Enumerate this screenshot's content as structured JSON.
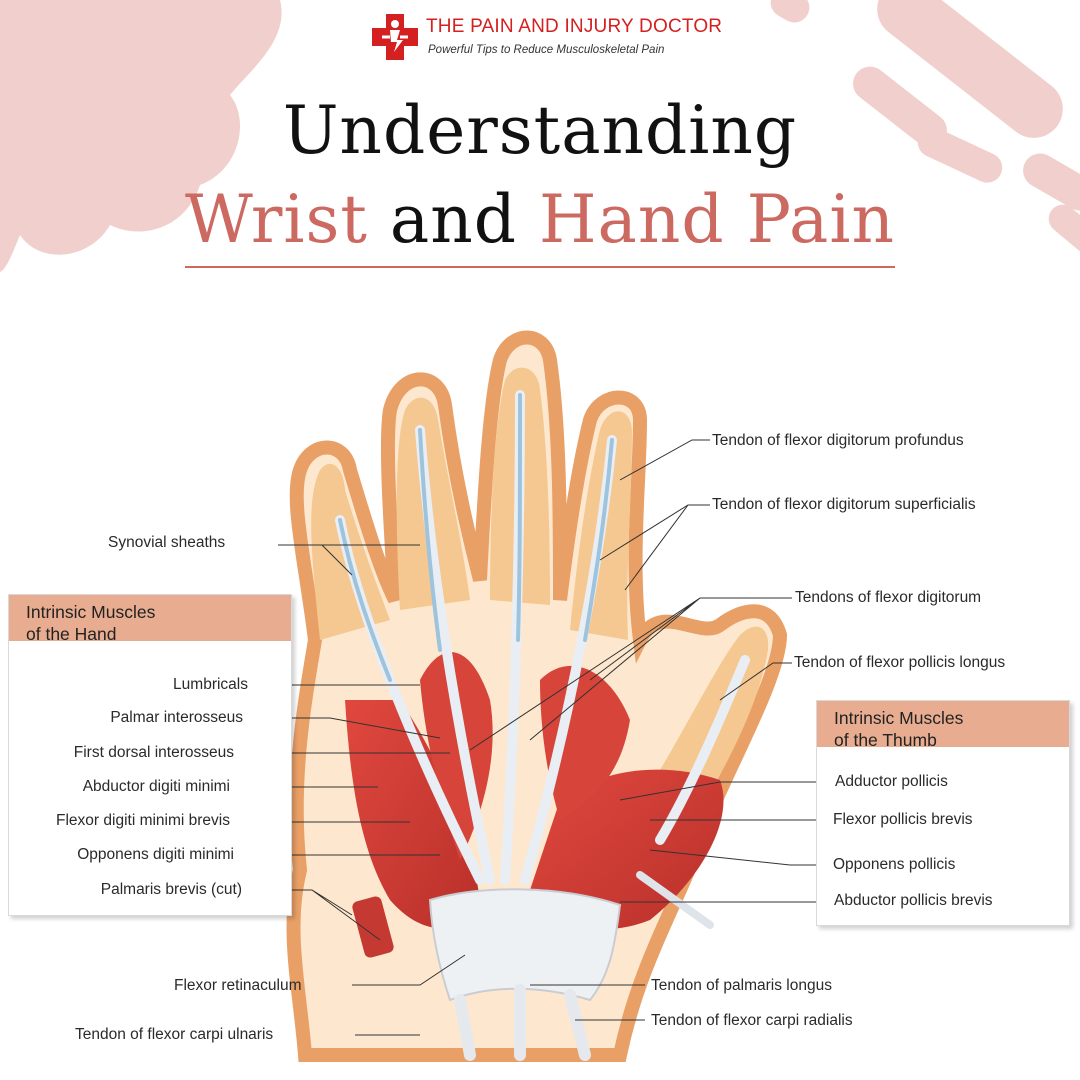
{
  "brand": {
    "name": "THE PAIN AND INJURY DOCTOR",
    "tagline": "Powerful Tips to Reduce Musculoskeletal Pain"
  },
  "title": {
    "line1": "Understanding",
    "line2_part1": "Wrist",
    "line2_part2": "and",
    "line2_part3": "Hand Pain"
  },
  "colors": {
    "accent": "#cc6a62",
    "brand_red": "#d42020",
    "panel_header": "#e8ad90",
    "decor": "#f0cfcc"
  },
  "panels": {
    "hand": {
      "heading_l1": "Intrinsic Muscles",
      "heading_l2": "of the Hand",
      "items": [
        "Lumbricals",
        "Palmar interosseus",
        "First dorsal interosseus",
        "Abductor digiti minimi",
        "Flexor digiti minimi brevis",
        "Opponens digiti minimi",
        "Palmaris brevis (cut)"
      ]
    },
    "thumb": {
      "heading_l1": "Intrinsic Muscles",
      "heading_l2": "of the Thumb",
      "items": [
        "Adductor pollicis",
        "Flexor pollicis brevis",
        "Opponens pollicis",
        "Abductor pollicis brevis"
      ]
    }
  },
  "labels": {
    "synovial_sheaths": "Synovial sheaths",
    "tendon_fdp": "Tendon of flexor digitorum profundus",
    "tendon_fds": "Tendon of flexor digitorum superficialis",
    "tendons_fd": "Tendons of flexor digitorum",
    "tendon_fpl": "Tendon of flexor pollicis longus",
    "flexor_retinaculum": "Flexor retinaculum",
    "tendon_fcu": "Tendon of flexor carpi ulnaris",
    "tendon_pl": "Tendon of palmaris longus",
    "tendon_fcr": "Tendon of flexor carpi radialis"
  },
  "icons": {
    "logo": "medical-cross-icon"
  }
}
